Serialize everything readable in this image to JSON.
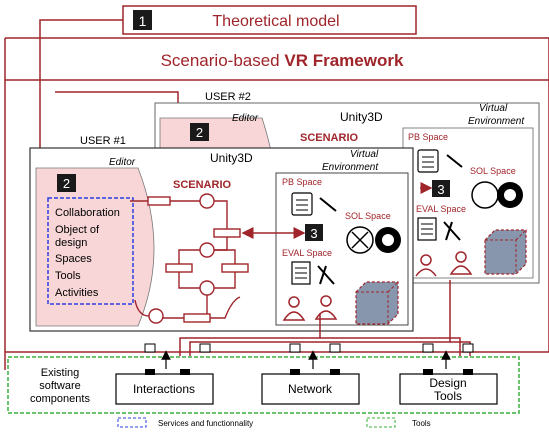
{
  "theoretical_model": {
    "number": "1",
    "label": "Theoretical model"
  },
  "framework": {
    "prefix": "Scenario-based ",
    "bold": "VR Framework"
  },
  "user1": {
    "user": "USER #1",
    "unity": "Unity3D",
    "editor": "Editor",
    "editor_number": "2",
    "scenario": "SCENARIO",
    "services": [
      "Collaboration",
      "Object of",
      "design",
      "Spaces",
      "Tools",
      "Activities"
    ],
    "ve_line1": "Virtual",
    "ve_line2": "Environment",
    "pb_space": "PB Space",
    "sol_space": "SOL Space",
    "eval_space": "EVAL Space",
    "link_number": "3"
  },
  "user2": {
    "user": "USER #2",
    "unity": "Unity3D",
    "editor": "Editor",
    "editor_number": "2",
    "scenario": "SCENARIO",
    "ve_line1": "Virtual",
    "ve_line2": "Environment",
    "pb_space": "PB Space",
    "sol_space": "SOL Space",
    "eval_space": "EVAL Space",
    "link_number": "3"
  },
  "components": {
    "title_lines": [
      "Existing",
      "software",
      "components"
    ],
    "interactions": "Interactions",
    "network": "Network",
    "design_tools_lines": [
      "Design",
      "Tools"
    ]
  },
  "legend": {
    "services": "Services and functionnality",
    "tools": "Tools"
  },
  "colors": {
    "accent": "#a0252b",
    "editor_fill": "#f8d6d7",
    "services_border": "#2b3fe0",
    "tools_border": "#3ab03a",
    "cube": "#8796ad"
  }
}
